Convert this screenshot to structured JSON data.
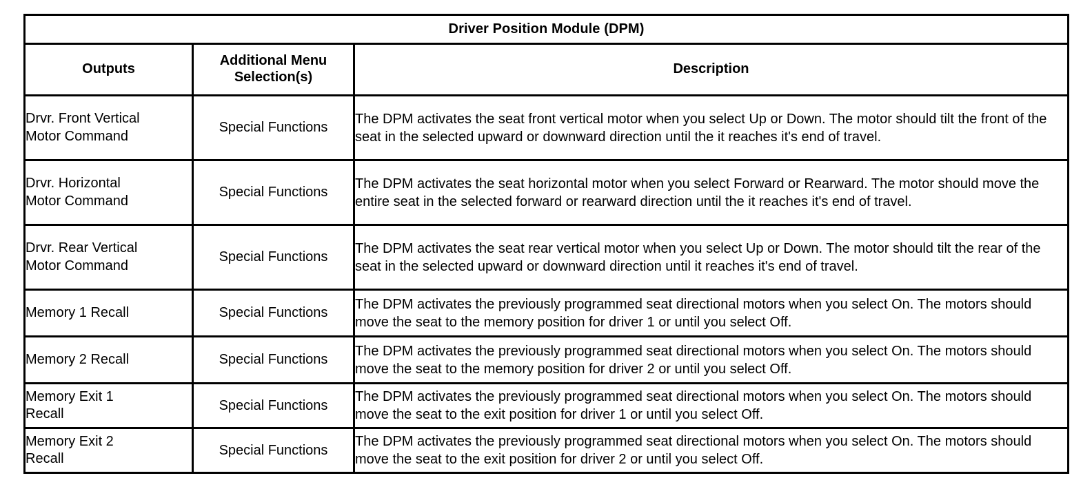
{
  "table": {
    "title": "Driver Position Module (DPM)",
    "columns": {
      "outputs": "Outputs",
      "menu_line1": "Additional Menu",
      "menu_line2": "Selection(s)",
      "description": "Description"
    },
    "rows": [
      {
        "output": "Drvr. Front Vertical\nMotor Command",
        "menu": "Special Functions",
        "description": "The DPM activates the seat front vertical motor when you select Up or Down. The motor should tilt the front of the seat in the selected upward or downward direction until the it reaches it's end of travel."
      },
      {
        "output": "Drvr. Horizontal\nMotor Command",
        "menu": "Special Functions",
        "description": "The DPM activates the seat horizontal motor when you select Forward or Rearward. The motor should move the entire seat in the selected forward or rearward direction until the it reaches it's end of travel."
      },
      {
        "output": "Drvr. Rear Vertical\nMotor Command",
        "menu": "Special Functions",
        "description": "The DPM activates the seat rear vertical motor when you select Up or Down. The motor should tilt the rear of the seat in the selected upward or downward direction until it reaches it's end of travel."
      },
      {
        "output": "Memory 1 Recall",
        "menu": "Special Functions",
        "description": "The DPM activates the previously programmed seat directional motors when you select On. The motors should move the seat to the memory position for driver 1 or until you select Off."
      },
      {
        "output": "Memory 2 Recall",
        "menu": "Special Functions",
        "description": "The DPM activates the previously programmed seat directional motors when you select On. The motors should move the seat to the memory position for driver 2 or until you select Off."
      },
      {
        "output": "Memory Exit 1\nRecall",
        "menu": "Special Functions",
        "description": "The DPM activates the previously programmed seat directional motors when you select On. The motors should move the seat to the exit position for driver 1 or until you select Off."
      },
      {
        "output": "Memory Exit 2\nRecall",
        "menu": "Special Functions",
        "description": "The DPM activates the previously programmed seat directional motors when you select On. The motors should move the seat to the exit position for driver 2 or until you select Off."
      }
    ]
  },
  "colors": {
    "border": "#000000",
    "text": "#000000",
    "background": "#ffffff"
  }
}
